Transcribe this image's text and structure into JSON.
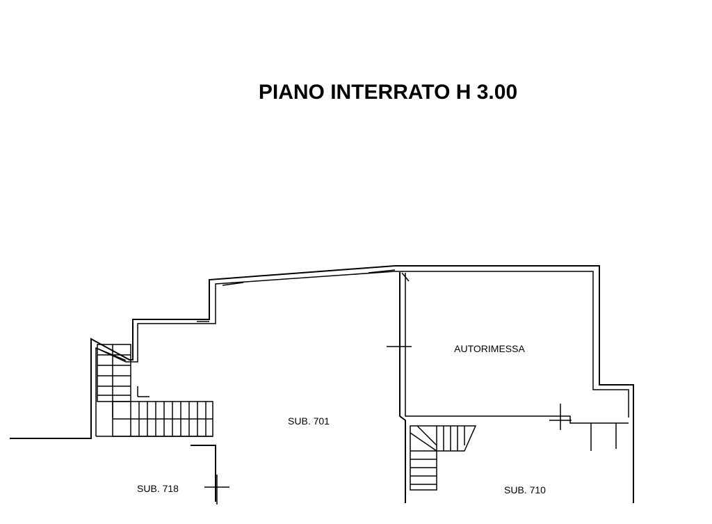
{
  "title": "PIANO INTERRATO H 3.00",
  "rooms": {
    "autorimessa": "AUTORIMESSA",
    "sub_701": "SUB. 701",
    "sub_718": "SUB. 718",
    "sub_710": "SUB. 710"
  }
}
